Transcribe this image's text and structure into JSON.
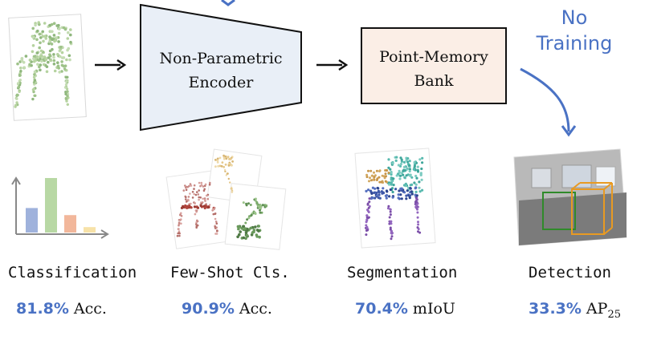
{
  "pipeline": {
    "encoder_label_line1": "Non-Parametric",
    "encoder_label_line2": "Encoder",
    "memory_label_line1": "Point-Memory",
    "memory_label_line2": "Bank",
    "no_training_line1": "No",
    "no_training_line2": "Training"
  },
  "tasks": [
    {
      "label": "Classification",
      "value": "81.8%",
      "metric": "Acc.",
      "metric_sub": ""
    },
    {
      "label": "Few-Shot Cls.",
      "value": "90.9%",
      "metric": "Acc.",
      "metric_sub": ""
    },
    {
      "label": "Segmentation",
      "value": "70.4%",
      "metric": "mIoU",
      "metric_sub": ""
    },
    {
      "label": "Detection",
      "value": "33.3%",
      "metric": "AP",
      "metric_sub": "25"
    }
  ],
  "classification_bars": [
    0.45,
    1.0,
    0.32,
    0.1
  ],
  "colors": {
    "accent_blue": "#4a72c4",
    "encoder_fill": "#e9eff7",
    "memory_fill": "#fbeee6",
    "bar_colors": [
      "#9fb2dc",
      "#b8d8a4",
      "#f2b79b",
      "#f7e2a8"
    ]
  }
}
